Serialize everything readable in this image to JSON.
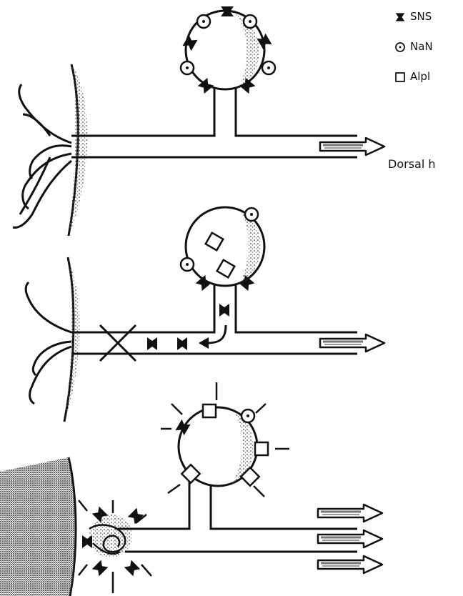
{
  "legend": {
    "item1": "SNS",
    "item2": "NaN",
    "item3": "Alpl"
  },
  "labels": {
    "dorsal": "Dorsal h"
  },
  "colors": {
    "ink": "#111111",
    "stipple": "#444444",
    "background": "#ffffff"
  }
}
